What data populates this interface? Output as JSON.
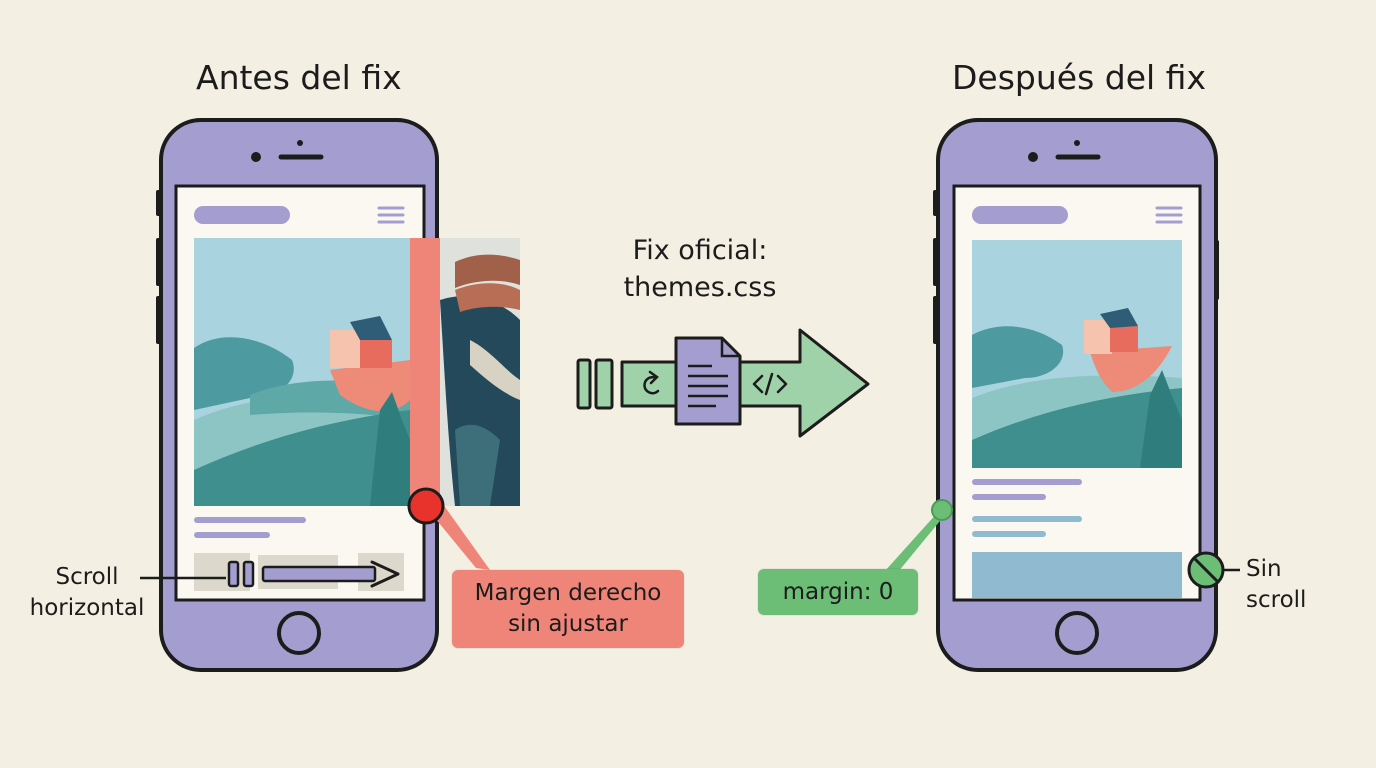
{
  "before": {
    "title": "Antes del fix",
    "scroll_label_line1": "Scroll",
    "scroll_label_line2": "horizontal",
    "callout_line1": "Margen derecho",
    "callout_line2": "sin ajustar"
  },
  "middle": {
    "line1": "Fix oficial:",
    "line2": "themes.css"
  },
  "after": {
    "title": "Después del fix",
    "callout": "margin: 0",
    "noscroll_line1": "Sin",
    "noscroll_line2": "scroll"
  },
  "colors": {
    "phone": "#a49ed0",
    "error": "#ef8579",
    "ok": "#6cbd75",
    "arrow": "#9fd2a8",
    "screen": "#faf8f0"
  },
  "icons": [
    "menu-icon",
    "refresh-icon",
    "document-icon",
    "code-icon",
    "no-scroll-icon",
    "home-button-icon"
  ]
}
